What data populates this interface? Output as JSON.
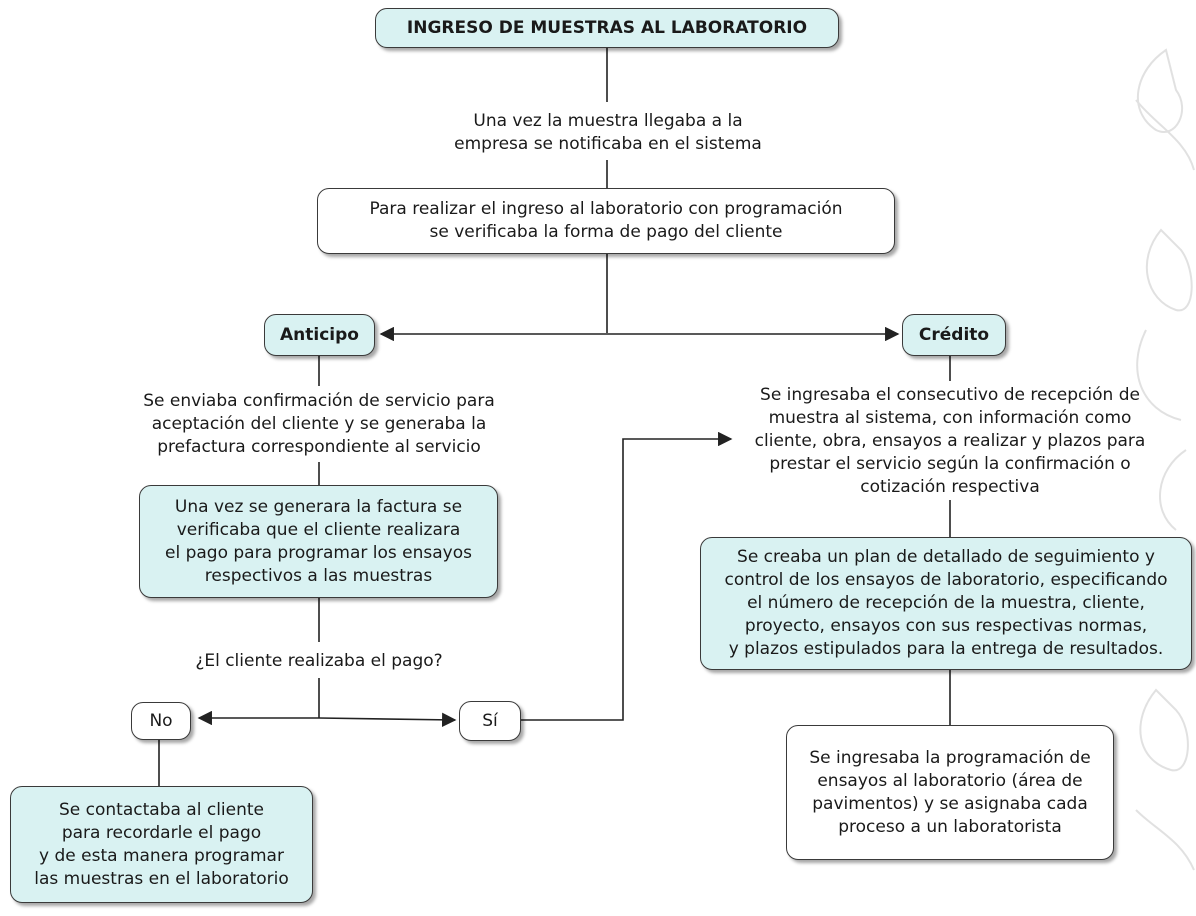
{
  "title": "INGRESO DE MUESTRAS AL LABORATORIO",
  "notice": "Una vez la muestra llegaba a la\nempresa se notificaba en el sistema",
  "verify_payment": "Para realizar el ingreso al laboratorio con programación\nse verificaba la forma de pago del cliente",
  "anticipo": {
    "label": "Anticipo",
    "confirmation": "Se enviaba confirmación de servicio para\naceptación del cliente y se generaba la\nprefactura correspondiente al servicio",
    "invoice": "Una vez se generara la factura se\nverificaba que el cliente realizara\nel pago para programar los ensayos\nrespectivos a las muestras",
    "question": "¿El cliente realizaba el pago?",
    "no_label": "No",
    "si_label": "Sí",
    "no_action": "Se contactaba al cliente\npara recordarle el pago\ny de esta manera programar\nlas muestras en el laboratorio"
  },
  "credito": {
    "label": "Crédito",
    "register": "Se ingresaba el consecutivo de recepción de\nmuestra al sistema, con información como\ncliente, obra, ensayos a realizar y plazos para\nprestar el servicio según la confirmación o\ncotización respectiva",
    "plan": "Se creaba un plan de detallado de seguimiento y\ncontrol de los ensayos de laboratorio, especificando\nel número de recepción de la muestra, cliente,\nproyecto, ensayos con sus respectivas normas,\ny plazos estipulados para la entrega de resultados.",
    "schedule": "Se ingresaba la programación de\nensayos al laboratorio (área de\npavimentos) y se asignaba cada\nproceso a un laboratorista"
  },
  "colors": {
    "box_fill_cyan": "#d9f2f2",
    "box_fill_white": "#ffffff",
    "line": "#222222"
  }
}
